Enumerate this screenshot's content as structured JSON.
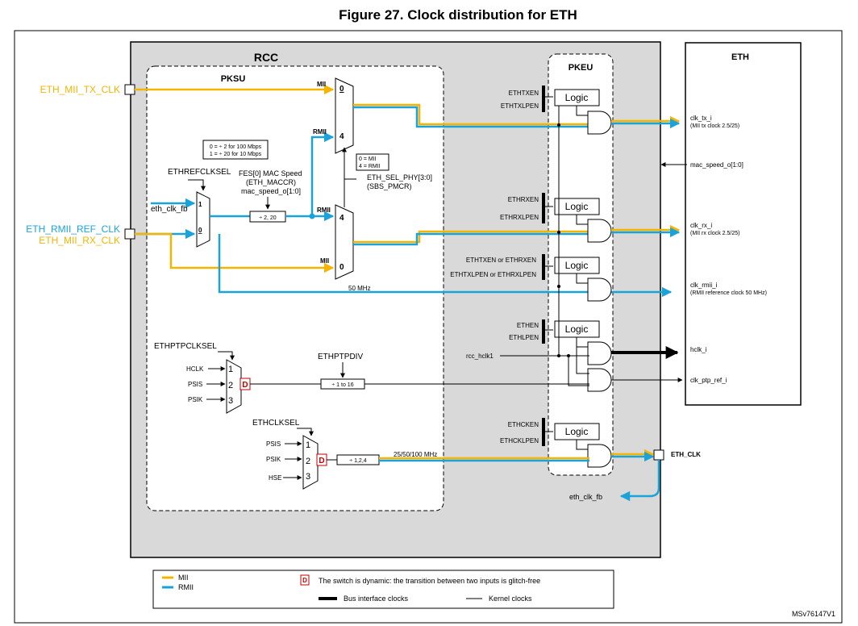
{
  "title": "Figure 27. Clock distribution for ETH",
  "rcc_label": "RCC",
  "pksu_label": "PKSU",
  "pkeu_label": "PKEU",
  "eth_label": "ETH",
  "inputs": {
    "mii_tx_clk": "ETH_MII_TX_CLK",
    "rmii_ref_clk": "ETH_RMII_REF_CLK",
    "mii_rx_clk": "ETH_MII_RX_CLK"
  },
  "ethrefclksel": "ETHREFCLKSEL",
  "eth_clk_fb_in": "eth_clk_fb",
  "fes_box": [
    "0 = ÷ 2 for 100 Mbps",
    "1 = ÷ 20 for 10 Mbps"
  ],
  "fes_label": [
    "FES[0] MAC Speed",
    "(ETH_MACCR)",
    "mac_speed_o[1:0]"
  ],
  "div_2_20": "÷ 2, 20",
  "mux_labels": {
    "mii": "MII",
    "rmii": "RMII",
    "zero": "0",
    "four": "4",
    "one": "1"
  },
  "sel_box": [
    "0 = MII",
    "4 = RMII"
  ],
  "eth_sel_phy": [
    "ETH_SEL_PHY[3:0]",
    "(SBS_PMCR)"
  ],
  "mhz50": "50 MHz",
  "ethptpclksel": "ETHPTPCLKSEL",
  "ptp_inputs": [
    "HCLK",
    "PSIS",
    "PSIK"
  ],
  "ptp_indexes": [
    "1",
    "2",
    "3"
  ],
  "ethptpdiv": "ETHPTPDIV",
  "div_1_16": "÷ 1 to 16",
  "ethclksel": "ETHCLKSEL",
  "clk_inputs": [
    "PSIS",
    "PSIK",
    "HSE"
  ],
  "div_124": "÷ 1,2,4",
  "mhz_25_50_100": "25/50/100 MHz",
  "d_mark": "D",
  "logic_label": "Logic",
  "enables": [
    [
      "ETHTXEN",
      "ETHTXLPEN"
    ],
    [
      "ETHRXEN",
      "ETHRXLPEN"
    ],
    [
      "ETHTXEN or ETHRXEN",
      "ETHTXLPEN or ETHRXLPEN"
    ],
    [
      "ETHEN",
      "ETHLPEN"
    ],
    [
      "ETHCKEN",
      "ETHCKLPEN"
    ]
  ],
  "rcc_hclk1": "rcc_hclk1",
  "eth_signals": {
    "clk_tx_i": "clk_tx_i",
    "clk_tx_desc": "(MII tx clock 2.5/25)",
    "mac_speed": "mac_speed_o[1:0]",
    "clk_rx_i": "clk_rx_i",
    "clk_rx_desc": "(MII rx clock 2.5/25)",
    "clk_rmii_i": "clk_rmii_i",
    "clk_rmii_desc": "(RMII reference clock 50 MHz)",
    "hclk_i": "hclk_i",
    "clk_ptp_ref_i": "clk_ptp_ref_i"
  },
  "eth_clk_out": "ETH_CLK",
  "eth_clk_fb_out": "eth_clk_fb",
  "legend": {
    "mii": "MII",
    "rmii": "RMII",
    "dynamic": "The switch is dynamic: the transition between two inputs is glitch-free",
    "bus": "Bus interface clocks",
    "kernel": "Kernel clocks"
  },
  "ref_code": "MSv76147V1",
  "colors": {
    "mii": "#f5b400",
    "rmii": "#1aa3d9",
    "block_bg": "#d9d9d9",
    "d_red": "#c00000"
  }
}
